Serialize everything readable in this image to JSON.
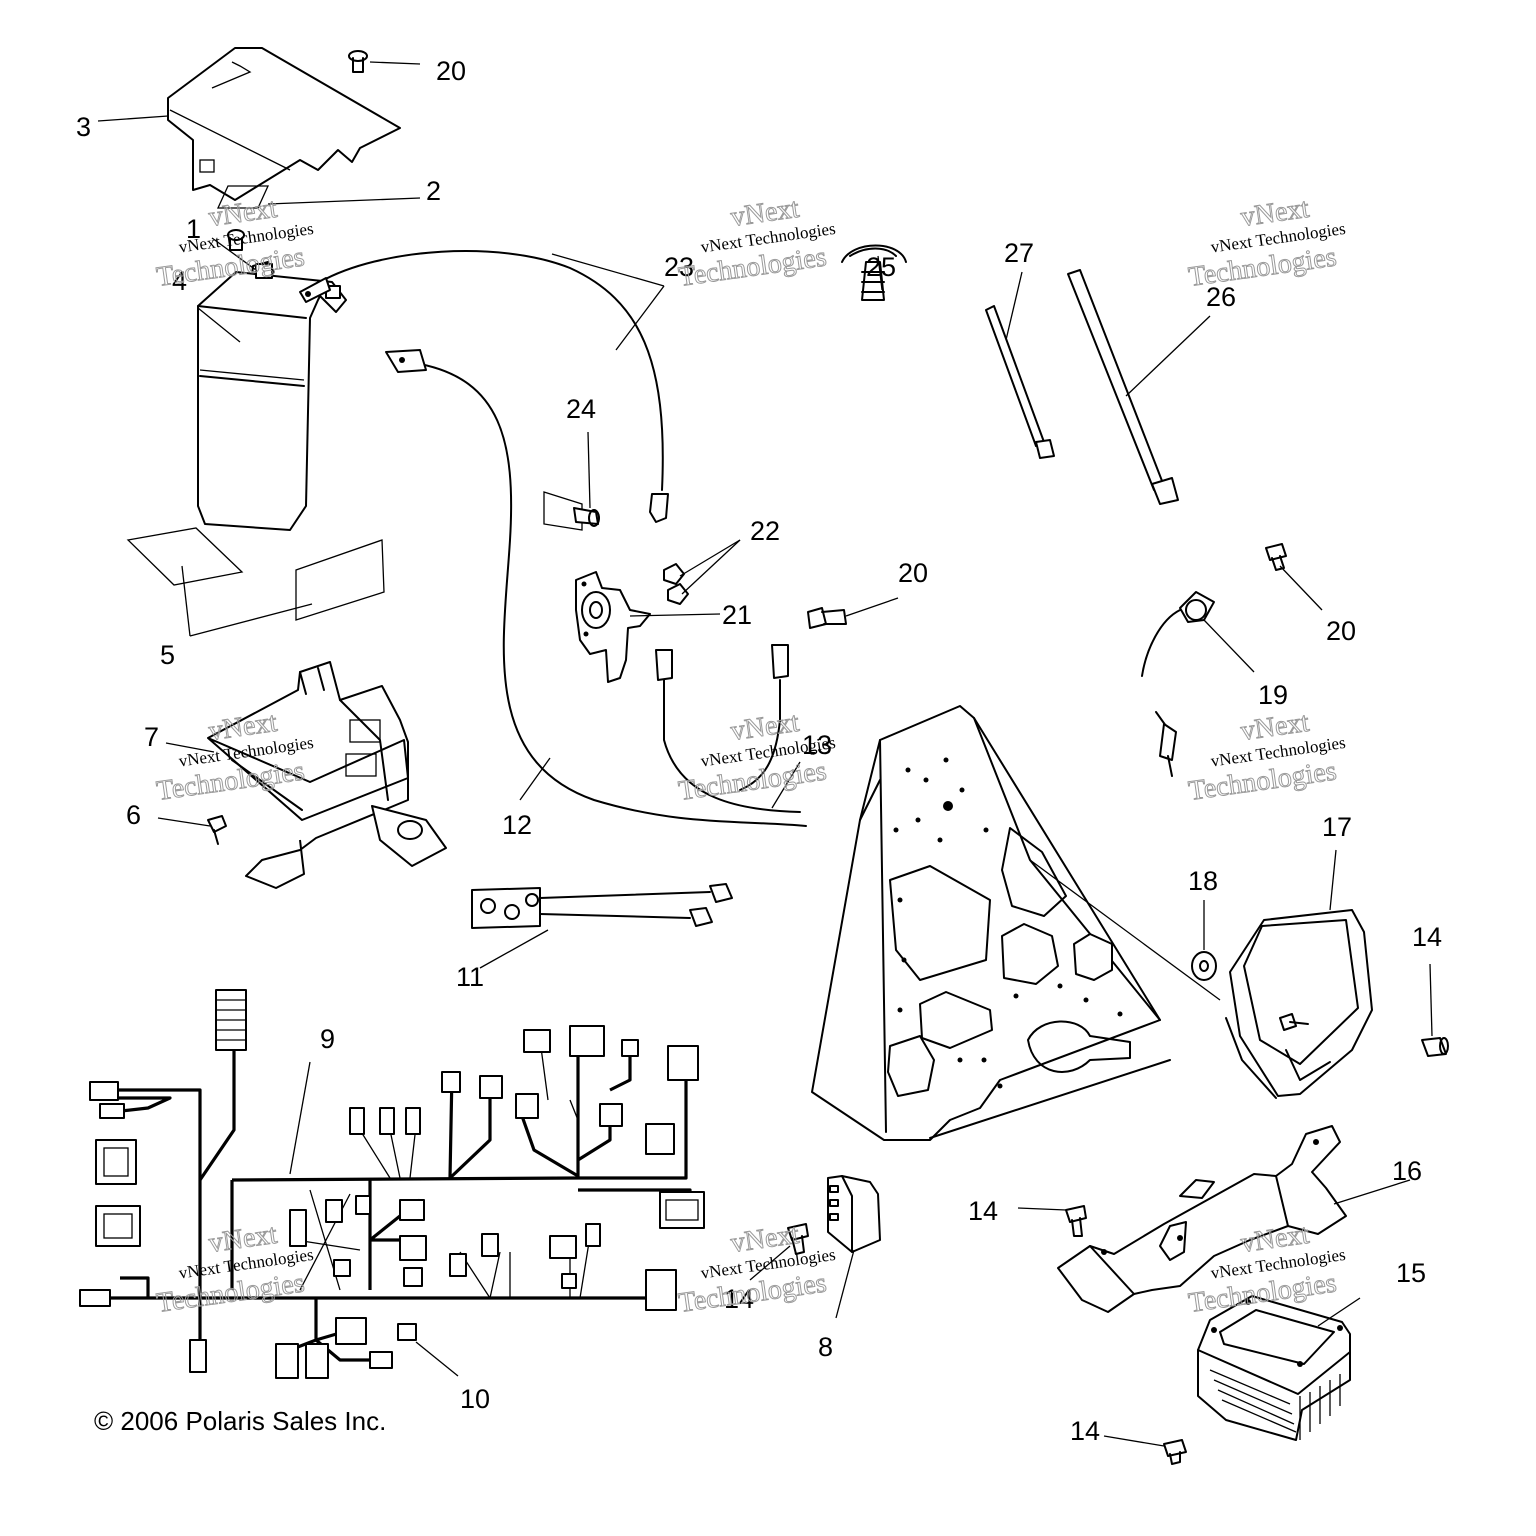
{
  "callouts": {
    "c1": "1",
    "c2": "2",
    "c3": "3",
    "c4": "4",
    "c5": "5",
    "c6": "6",
    "c7": "7",
    "c8": "8",
    "c9": "9",
    "c10": "10",
    "c11": "11",
    "c12": "12",
    "c13": "13",
    "c14a": "14",
    "c14b": "14",
    "c14c": "14",
    "c14d": "14",
    "c15": "15",
    "c16": "16",
    "c17": "17",
    "c18": "18",
    "c19": "19",
    "c20a": "20",
    "c20b": "20",
    "c20c": "20",
    "c21": "21",
    "c22": "22",
    "c23": "23",
    "c24": "24",
    "c25": "25",
    "c26": "26",
    "c27": "27"
  },
  "watermark": {
    "line1": "vNext Technologies",
    "line2": "Technologies",
    "line3": "vNext"
  },
  "copyright": "© 2006 Polaris Sales Inc."
}
